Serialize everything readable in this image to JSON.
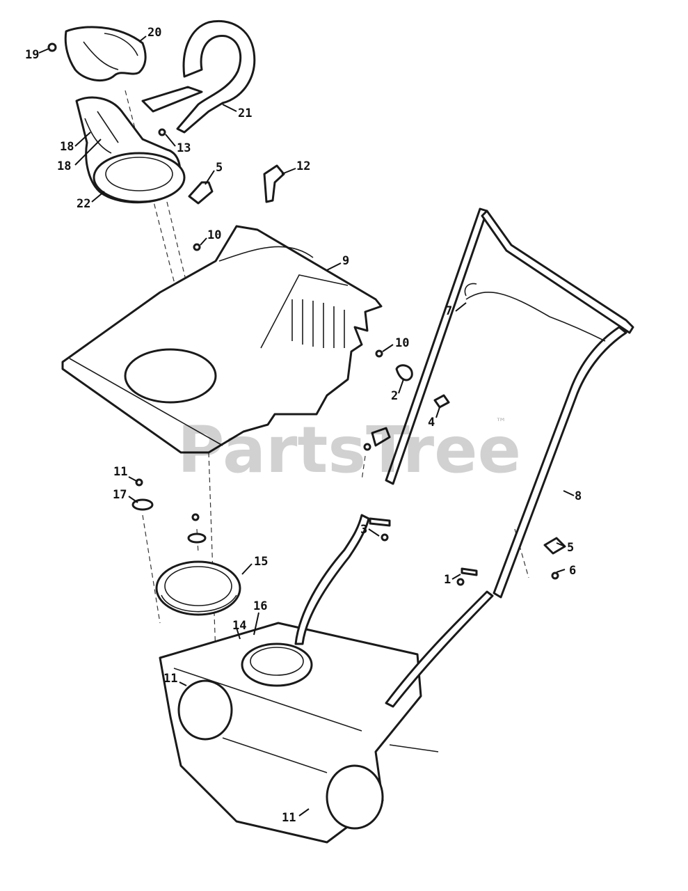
{
  "watermark": {
    "brand": "PartsTree",
    "trademark": "™"
  },
  "callouts": [
    "1",
    "2",
    "3",
    "4",
    "5",
    "5",
    "6",
    "7",
    "8",
    "9",
    "10",
    "10",
    "11",
    "11",
    "11",
    "12",
    "13",
    "14",
    "15",
    "16",
    "17",
    "18",
    "18",
    "19",
    "20",
    "21",
    "22"
  ]
}
